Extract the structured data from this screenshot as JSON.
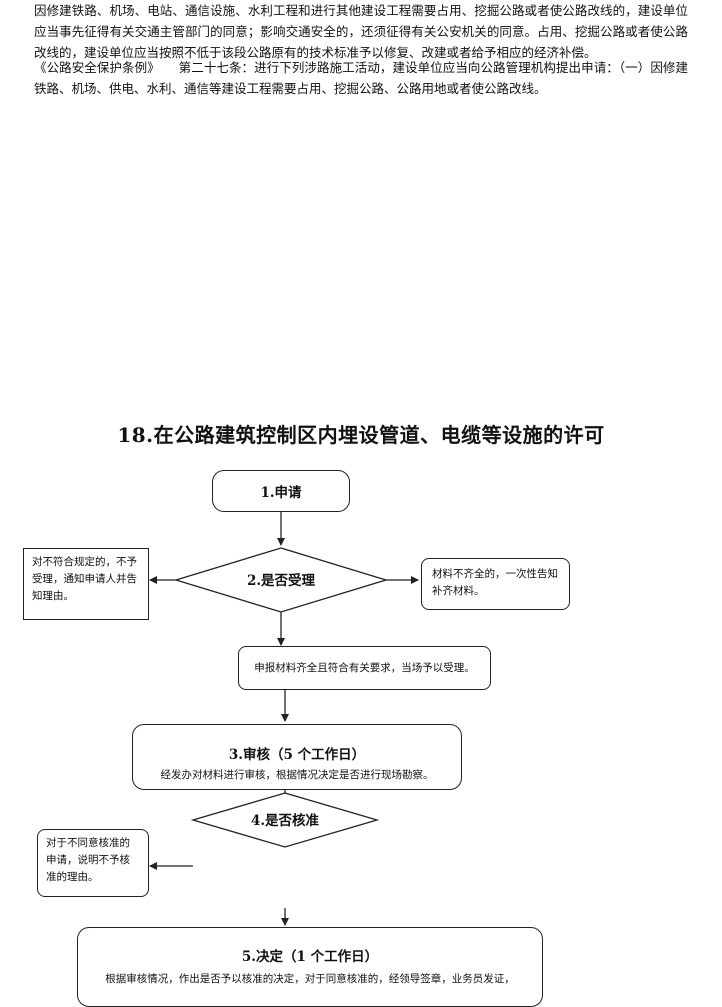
{
  "paragraphs": [
    "因修建铁路、机场、电站、通信设施、水利工程和进行其他建设工程需要占用、挖掘公路或者使公路改线的，建设单位应当事先征得有关交通主管部门的同意；影响交通安全的，还须征得有关公安机关的同意。占用、挖掘公路或者使公路改线的，建设单位应当按照不低于该段公路原有的技术标准予以修复、改建或者给予相应的经济补偿。",
    "《公路安全保护条例》　　第二十七条：进行下列涉路施工活动，建设单位应当向公路管理机构提出申请：（一）因修建铁路、机场、供电、水利、通信等建设工程需要占用、挖掘公路、公路用地或者使公路改线。"
  ],
  "flowchart": {
    "title": "18.在公路建筑控制区内埋设管道、电缆等设施的许可",
    "step1": "1.申请",
    "step2": "2.是否受理",
    "reject_left": "对不符合规定的，不予受理，通知申请人并告知理由。",
    "supplement_right": "材料不齐全的，一次性告知补齐材料。",
    "accept": "申报材料齐全且符合有关要求，当场予以受理。",
    "step3_title": "3.审核（5 个工作日）",
    "step3_desc": "经发办对材料进行审核，根据情况决定是否进行现场勘察。",
    "step4": "4.是否核准",
    "not_approved": "对于不同意核准的申请，说明不予核准的理由。",
    "step5_title": "5.决定（1 个工作日）",
    "step5_desc": "根据审核情况，作出是否予以核准的决定，对于同意核准的，经领导签章，业务员发证，"
  }
}
